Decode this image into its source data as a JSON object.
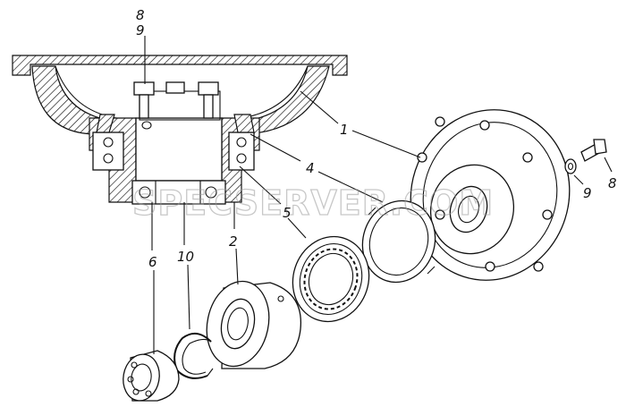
{
  "labels": {
    "l1": "1",
    "l2": "2",
    "l4": "4",
    "l5": "5",
    "l6": "6",
    "l8a": "8",
    "l9a": "9",
    "l8b": "8",
    "l9b": "9",
    "l10": "10"
  },
  "watermark": "SPECSERVER.COM"
}
